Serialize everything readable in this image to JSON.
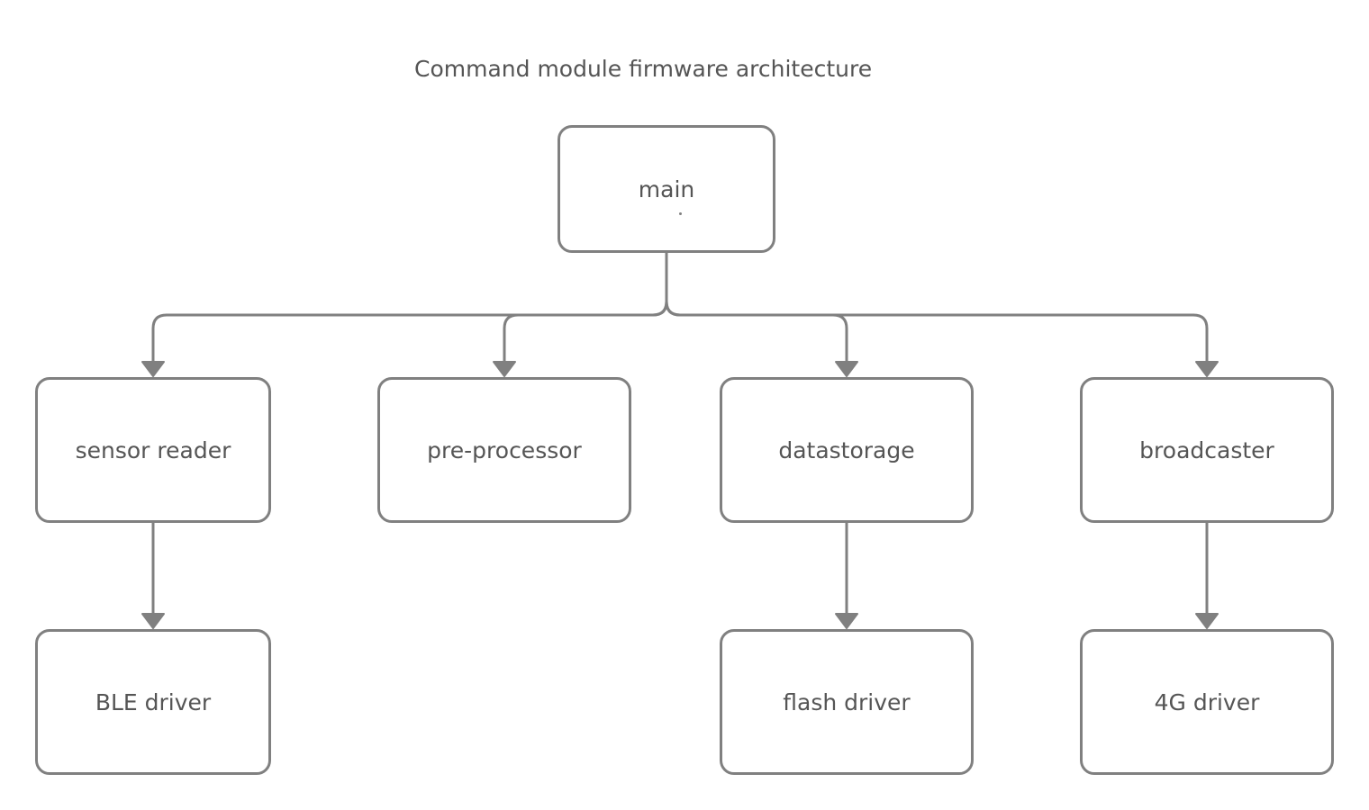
{
  "diagram": {
    "title": "Command module firmware architecture",
    "nodes": {
      "main": "main",
      "sensor_reader": "sensor reader",
      "pre_processor": "pre-processor",
      "datastorage": "datastorage",
      "broadcaster": "broadcaster",
      "ble_driver": "BLE driver",
      "flash_driver": "flash driver",
      "g4_driver": "4G driver"
    },
    "edges": [
      {
        "from": "main",
        "to": "sensor_reader"
      },
      {
        "from": "main",
        "to": "pre_processor"
      },
      {
        "from": "main",
        "to": "datastorage"
      },
      {
        "from": "main",
        "to": "broadcaster"
      },
      {
        "from": "sensor_reader",
        "to": "ble_driver"
      },
      {
        "from": "datastorage",
        "to": "flash_driver"
      },
      {
        "from": "broadcaster",
        "to": "g4_driver"
      }
    ],
    "colors": {
      "stroke": "#808080",
      "text": "#555555",
      "background": "#ffffff"
    }
  }
}
